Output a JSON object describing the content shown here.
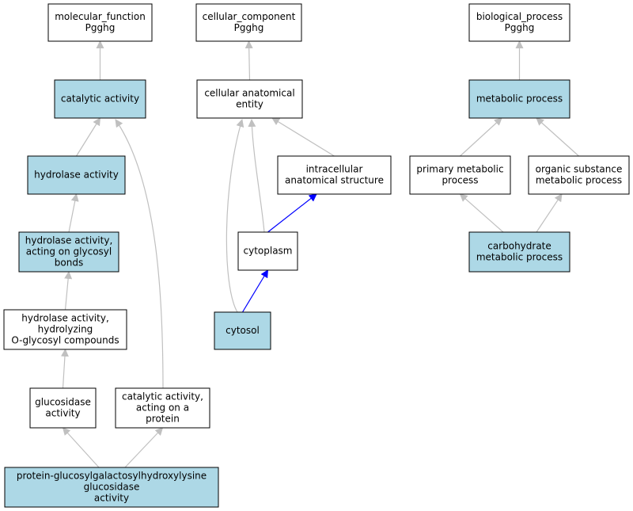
{
  "colors": {
    "highlight": "#add8e6",
    "plain": "#ffffff",
    "edge_gray": "#c0c0c0",
    "edge_blue": "#0000ff"
  },
  "nodes": [
    {
      "id": "mf",
      "lines": [
        "molecular_function",
        "Pgghg"
      ],
      "highlight": false
    },
    {
      "id": "cc",
      "lines": [
        "cellular_component",
        "Pgghg"
      ],
      "highlight": false
    },
    {
      "id": "bp",
      "lines": [
        "biological_process",
        "Pgghg"
      ],
      "highlight": false
    },
    {
      "id": "cat",
      "lines": [
        "catalytic activity"
      ],
      "highlight": true
    },
    {
      "id": "cae",
      "lines": [
        "cellular anatomical",
        "entity"
      ],
      "highlight": false
    },
    {
      "id": "met",
      "lines": [
        "metabolic process"
      ],
      "highlight": true
    },
    {
      "id": "hyd",
      "lines": [
        "hydrolase activity"
      ],
      "highlight": true
    },
    {
      "id": "ias",
      "lines": [
        "intracellular",
        "anatomical structure"
      ],
      "highlight": false
    },
    {
      "id": "pmp",
      "lines": [
        "primary metabolic",
        "process"
      ],
      "highlight": false
    },
    {
      "id": "osm",
      "lines": [
        "organic substance",
        "metabolic process"
      ],
      "highlight": false
    },
    {
      "id": "hgb",
      "lines": [
        "hydrolase activity,",
        "acting on glycosyl",
        "bonds"
      ],
      "highlight": true
    },
    {
      "id": "cyt",
      "lines": [
        "cytoplasm"
      ],
      "highlight": false
    },
    {
      "id": "cmp",
      "lines": [
        "carbohydrate",
        "metabolic process"
      ],
      "highlight": true
    },
    {
      "id": "hoc",
      "lines": [
        "hydrolase activity,",
        "hydrolyzing",
        "O-glycosyl compounds"
      ],
      "highlight": false
    },
    {
      "id": "cys",
      "lines": [
        "cytosol"
      ],
      "highlight": true
    },
    {
      "id": "glu",
      "lines": [
        "glucosidase",
        "activity"
      ],
      "highlight": false
    },
    {
      "id": "cap",
      "lines": [
        "catalytic activity,",
        "acting on a",
        "protein"
      ],
      "highlight": false
    },
    {
      "id": "pgg",
      "lines": [
        "protein-glucosylgalactosylhydroxylysine",
        "glucosidase",
        "activity"
      ],
      "highlight": true
    }
  ],
  "edges": [
    {
      "from": "cat",
      "to": "mf",
      "color": "gray"
    },
    {
      "from": "hyd",
      "to": "cat",
      "color": "gray"
    },
    {
      "from": "hgb",
      "to": "hyd",
      "color": "gray"
    },
    {
      "from": "hoc",
      "to": "hgb",
      "color": "gray"
    },
    {
      "from": "glu",
      "to": "hoc",
      "color": "gray"
    },
    {
      "from": "pgg",
      "to": "glu",
      "color": "gray"
    },
    {
      "from": "pgg",
      "to": "cap",
      "color": "gray"
    },
    {
      "from": "cap",
      "to": "cat",
      "color": "gray"
    },
    {
      "from": "cae",
      "to": "cc",
      "color": "gray"
    },
    {
      "from": "ias",
      "to": "cae",
      "color": "gray"
    },
    {
      "from": "cyt",
      "to": "cae",
      "color": "gray"
    },
    {
      "from": "cys",
      "to": "cae",
      "color": "gray"
    },
    {
      "from": "cyt",
      "to": "ias",
      "color": "blue"
    },
    {
      "from": "cys",
      "to": "cyt",
      "color": "blue"
    },
    {
      "from": "met",
      "to": "bp",
      "color": "gray"
    },
    {
      "from": "pmp",
      "to": "met",
      "color": "gray"
    },
    {
      "from": "osm",
      "to": "met",
      "color": "gray"
    },
    {
      "from": "cmp",
      "to": "pmp",
      "color": "gray"
    },
    {
      "from": "cmp",
      "to": "osm",
      "color": "gray"
    }
  ]
}
